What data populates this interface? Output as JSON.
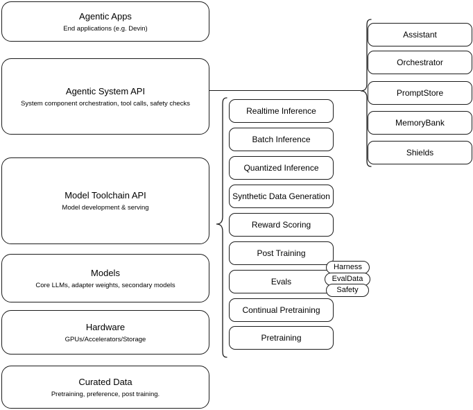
{
  "diagram": {
    "title": "AI stack layered architecture",
    "stroke_color": "#1a1a1a",
    "background_color": "#ffffff"
  },
  "layers": [
    {
      "id": "agentic-apps",
      "title": "Agentic Apps",
      "subtitle": "End applications (e.g. Devin)"
    },
    {
      "id": "agentic-system-api",
      "title": "Agentic System API",
      "subtitle": "System component orchestration, tool calls, safety checks"
    },
    {
      "id": "model-toolchain-api",
      "title": "Model Toolchain API",
      "subtitle": "Model development & serving"
    },
    {
      "id": "models",
      "title": "Models",
      "subtitle": "Core LLMs, adapter weights, secondary models"
    },
    {
      "id": "hardware",
      "title": "Hardware",
      "subtitle": "GPUs/Accelerators/Storage"
    },
    {
      "id": "curated-data",
      "title": "Curated Data",
      "subtitle": "Pretraining, preference, post training."
    }
  ],
  "toolchain_capabilities": [
    {
      "id": "realtime-inference",
      "label": "Realtime Inference"
    },
    {
      "id": "batch-inference",
      "label": "Batch Inference"
    },
    {
      "id": "quantized-inference",
      "label": "Quantized Inference"
    },
    {
      "id": "synthetic-data-generation",
      "label": "Synthetic Data Generation"
    },
    {
      "id": "reward-scoring",
      "label": "Reward Scoring"
    },
    {
      "id": "post-training",
      "label": "Post Training"
    },
    {
      "id": "evals",
      "label": "Evals"
    },
    {
      "id": "continual-pretraining",
      "label": "Continual Pretraining"
    },
    {
      "id": "pretraining",
      "label": "Pretraining"
    }
  ],
  "evals_tags": [
    {
      "id": "harness",
      "label": "Harness"
    },
    {
      "id": "evaldata",
      "label": "EvalData"
    },
    {
      "id": "safety",
      "label": "Safety"
    }
  ],
  "system_components": [
    {
      "id": "assistant",
      "label": "Assistant"
    },
    {
      "id": "orchestrator",
      "label": "Orchestrator"
    },
    {
      "id": "promptstore",
      "label": "PromptStore"
    },
    {
      "id": "memorybank",
      "label": "MemoryBank"
    },
    {
      "id": "shields",
      "label": "Shields"
    }
  ]
}
